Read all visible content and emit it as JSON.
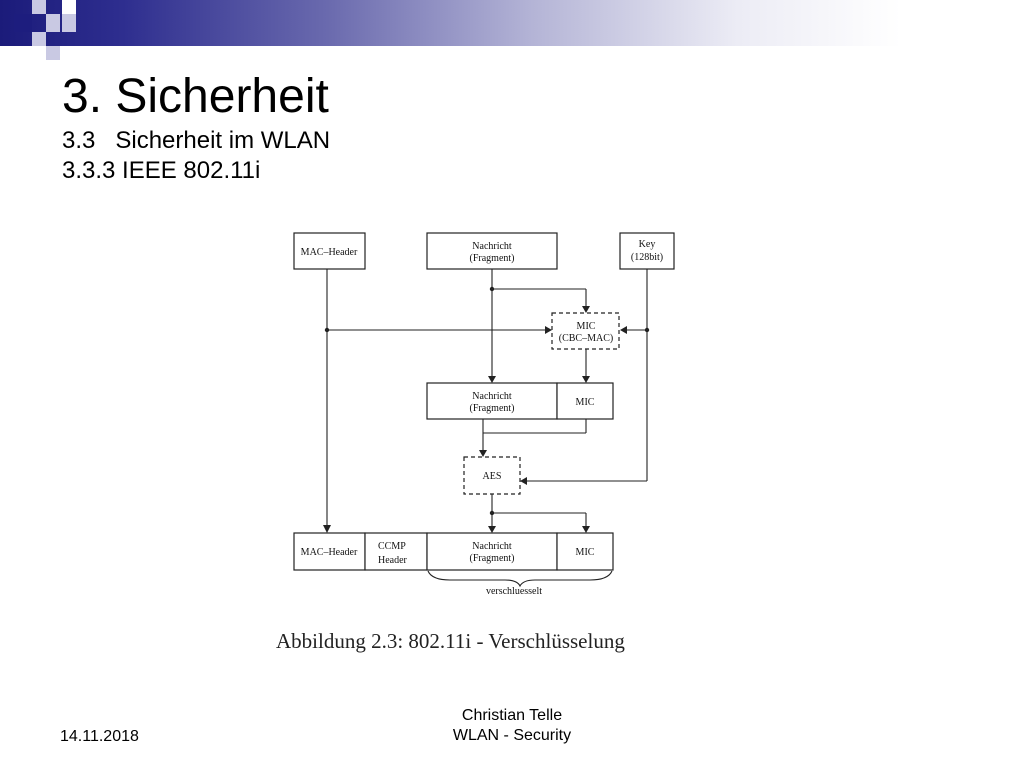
{
  "slide": {
    "title": "3. Sicherheit",
    "subtitle1": "3.3   Sicherheit im WLAN",
    "subtitle2": "3.3.3 IEEE 802.11i"
  },
  "diagram": {
    "boxes": {
      "mac_header_top": "MAC–Header",
      "nachricht_top_1": "Nachricht",
      "nachricht_top_2": "(Fragment)",
      "key_1": "Key",
      "key_2": "(128bit)",
      "mic_cbc_1": "MIC",
      "mic_cbc_2": "(CBC–MAC)",
      "nachricht_mid_1": "Nachricht",
      "nachricht_mid_2": "(Fragment)",
      "mic_mid": "MIC",
      "aes": "AES",
      "mac_header_bottom": "MAC–Header",
      "ccmp_1": "CCMP",
      "ccmp_2": "Header",
      "nachricht_bottom_1": "Nachricht",
      "nachricht_bottom_2": "(Fragment)",
      "mic_bottom": "MIC"
    },
    "brace_label": "verschluesselt"
  },
  "caption": "Abbildung 2.3: 802.11i - Verschlüsselung",
  "footer": {
    "date": "14.11.2018",
    "author": "Christian Telle",
    "topic": "WLAN - Security"
  }
}
